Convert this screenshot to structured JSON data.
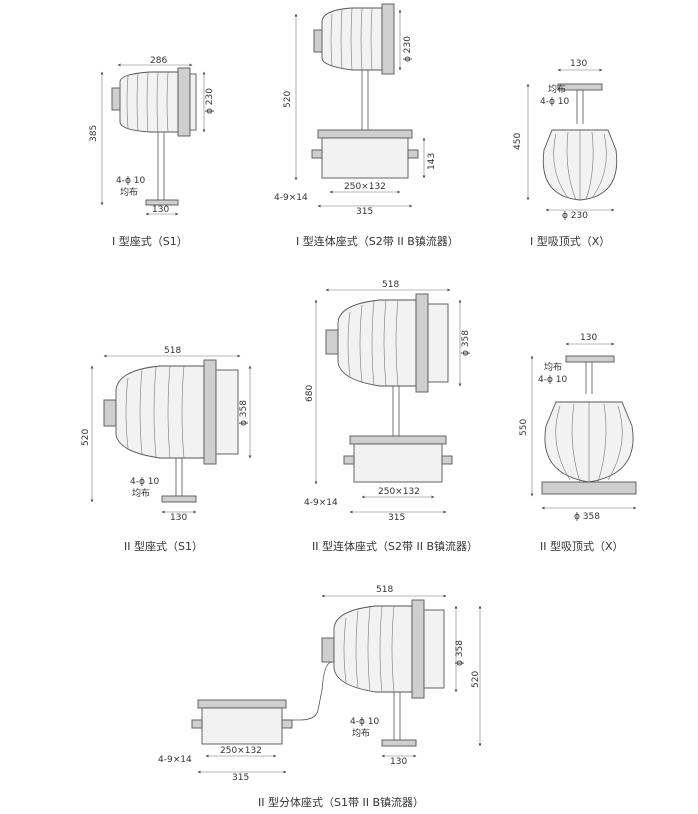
{
  "diagrams": [
    {
      "id": "I-S1",
      "caption": "I 型座式（S1）",
      "labels": {
        "width": "286",
        "height": "385",
        "diameter": "ϕ 230",
        "holes": "4-ϕ 10",
        "even": "均布",
        "base": "130"
      }
    },
    {
      "id": "I-S2",
      "caption": "I 型连体座式（S2带 II B镇流器）",
      "labels": {
        "height": "520",
        "diameter": "ϕ 230",
        "box_height": "143",
        "box_size": "250×132",
        "box_width": "315",
        "slots": "4-9×14"
      }
    },
    {
      "id": "I-X",
      "caption": "I 型吸顶式（X）",
      "labels": {
        "top": "130",
        "even": "均布",
        "holes": "4-ϕ 10",
        "height": "450",
        "diameter": "ϕ 230"
      }
    },
    {
      "id": "II-S1",
      "caption": "II 型座式（S1）",
      "labels": {
        "width": "518",
        "height": "520",
        "diameter": "ϕ 358",
        "holes": "4-ϕ 10",
        "even": "均布",
        "base": "130"
      }
    },
    {
      "id": "II-S2",
      "caption": "II 型连体座式（S2带 II B镇流器）",
      "labels": {
        "width": "518",
        "height": "680",
        "diameter": "ϕ 358",
        "slots": "4-9×14",
        "box_size": "250×132",
        "box_width": "315"
      }
    },
    {
      "id": "II-X",
      "caption": "II 型吸顶式（X）",
      "labels": {
        "top": "130",
        "even": "均布",
        "holes": "4-ϕ 10",
        "height": "550",
        "diameter": "ϕ 358"
      }
    },
    {
      "id": "II-S1-split",
      "caption": "II 型分体座式（S1带 II B镇流器）",
      "labels": {
        "width": "518",
        "diameter": "ϕ 358",
        "height": "520",
        "holes": "4-ϕ 10",
        "even": "均布",
        "slots": "4-9×14",
        "box_size": "250×132",
        "box_width": "315",
        "base": "130"
      }
    }
  ]
}
